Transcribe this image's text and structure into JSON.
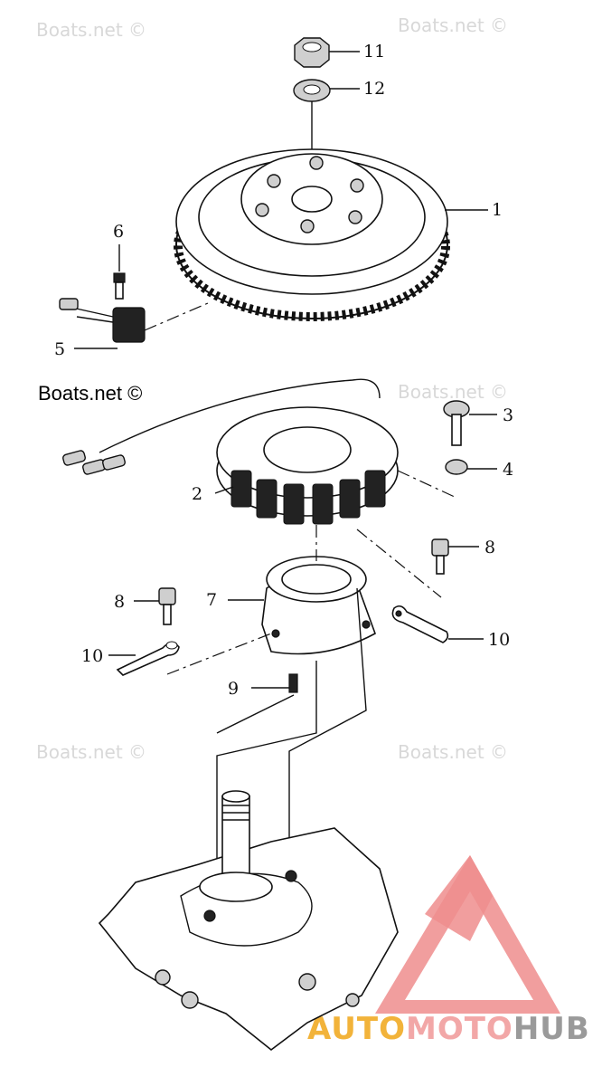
{
  "callouts": {
    "c1": "1",
    "c2": "2",
    "c3": "3",
    "c4": "4",
    "c5": "5",
    "c6": "6",
    "c7": "7",
    "c8a": "8",
    "c8b": "8",
    "c9": "9",
    "c10a": "10",
    "c10b": "10",
    "c11": "11",
    "c12": "12"
  },
  "watermarks": {
    "text": "Boats.net ©",
    "main": "Boats.net ©"
  },
  "brand": {
    "auto": "AUTO",
    "moto": "MOTO",
    "hub": "HUB",
    "colors": {
      "auto": "#f2b33a",
      "moto": "#f2a7a7",
      "hub": "#9a9a9a",
      "logo": "#ef8d8d"
    }
  }
}
